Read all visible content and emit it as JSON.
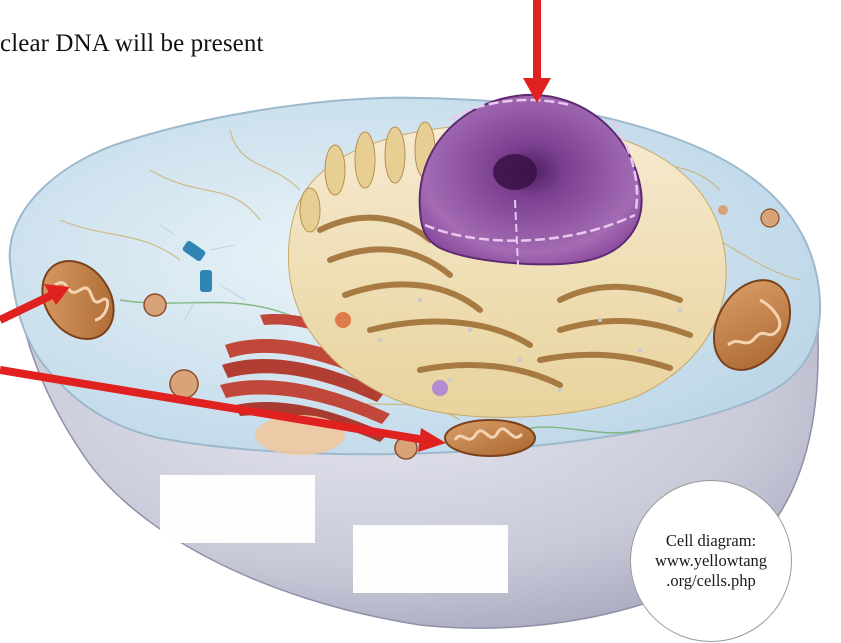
{
  "caption": "clear DNA will be present",
  "credit": {
    "lines": [
      "Cell diagram:",
      "www.yellowtang",
      ".org/cells.php"
    ]
  },
  "diagram": {
    "subject": "animal cell cross-section",
    "pointers": [
      {
        "target": "nucleus",
        "color": "#e0211f"
      },
      {
        "target": "mitochondrion-left",
        "color": "#e0211f"
      },
      {
        "target": "mitochondrion-bottom",
        "color": "#e0211f"
      }
    ],
    "blank_label_boxes": 2,
    "colors": {
      "cytoplasm": "#cfe3ef",
      "membrane_base": "#cfd0de",
      "nucleus": "#8b4a9c",
      "er_cream": "#f2e2b4",
      "er_brown": "#9b6a2f",
      "golgi": "#b84a3a",
      "mito_outer": "#c98a55",
      "arrow": "#e0211f"
    }
  }
}
